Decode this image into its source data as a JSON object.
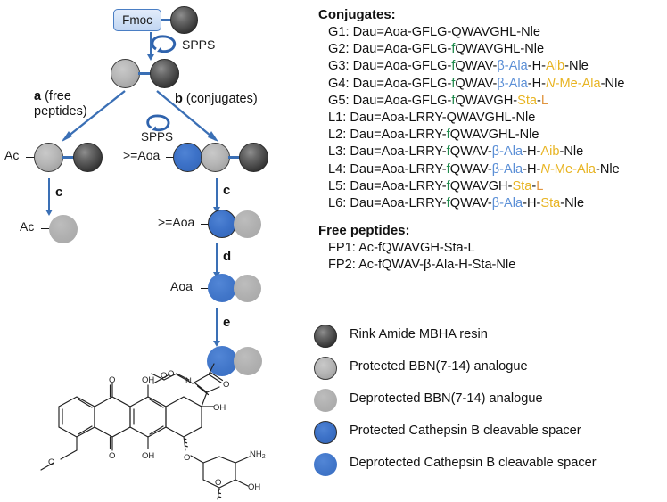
{
  "scheme": {
    "fmoc_label": "Fmoc",
    "spps_label_top": "SPPS",
    "spps_label_mid": "SPPS",
    "branch_a": {
      "bold": "a",
      "rest": " (free",
      "line2": "peptides)"
    },
    "branch_b": {
      "bold": "b",
      "rest": " (conjugates)"
    },
    "ac_label_1": "Ac",
    "ac_label_2": "Ac",
    "aoa_protected_label": ">=Aoa",
    "aoa_protected_label_2": ">=Aoa",
    "aoa_free_label": "Aoa",
    "steps": {
      "c_left": "c",
      "c_right": "c",
      "d": "d",
      "e": "e"
    },
    "bond_dash": "—"
  },
  "conjugates": {
    "heading": "Conjugates:",
    "items": [
      {
        "id": "G1:",
        "parts": [
          {
            "t": " Dau=Aoa-GFLG-QWAVGHL-Nle",
            "c": "black"
          }
        ]
      },
      {
        "id": "G2:",
        "parts": [
          {
            "t": " Dau=Aoa-GFLG-",
            "c": "black"
          },
          {
            "t": "f",
            "c": "green"
          },
          {
            "t": "QWAVGHL-Nle",
            "c": "black"
          }
        ]
      },
      {
        "id": "G3:",
        "parts": [
          {
            "t": " Dau=Aoa-GFLG-",
            "c": "black"
          },
          {
            "t": "f",
            "c": "green"
          },
          {
            "t": "QWAV-",
            "c": "black"
          },
          {
            "t": "β-Ala",
            "c": "blue"
          },
          {
            "t": "-H-",
            "c": "black"
          },
          {
            "t": "Aib",
            "c": "gold"
          },
          {
            "t": "-Nle",
            "c": "black"
          }
        ]
      },
      {
        "id": "G4:",
        "parts": [
          {
            "t": " Dau=Aoa-GFLG-",
            "c": "black"
          },
          {
            "t": "f",
            "c": "green"
          },
          {
            "t": "QWAV-",
            "c": "black"
          },
          {
            "t": "β-Ala",
            "c": "blue"
          },
          {
            "t": "-H-",
            "c": "black"
          },
          {
            "t": "N-Me-Ala",
            "c": "gold",
            "i": true
          },
          {
            "t": "-Nle",
            "c": "black"
          }
        ]
      },
      {
        "id": "G5:",
        "parts": [
          {
            "t": " Dau=Aoa-GFLG-",
            "c": "black"
          },
          {
            "t": "f",
            "c": "green"
          },
          {
            "t": "QWAVGH-",
            "c": "black"
          },
          {
            "t": "Sta",
            "c": "gold"
          },
          {
            "t": "-",
            "c": "black"
          },
          {
            "t": "L",
            "c": "orange"
          }
        ]
      },
      {
        "id": "L1:",
        "parts": [
          {
            "t": " Dau=Aoa-LRRY-QWAVGHL-Nle",
            "c": "black"
          }
        ]
      },
      {
        "id": "L2:",
        "parts": [
          {
            "t": " Dau=Aoa-LRRY-",
            "c": "black"
          },
          {
            "t": "f",
            "c": "green"
          },
          {
            "t": "QWAVGHL-Nle",
            "c": "black"
          }
        ]
      },
      {
        "id": "L3:",
        "parts": [
          {
            "t": " Dau=Aoa-LRRY-",
            "c": "black"
          },
          {
            "t": "f",
            "c": "green"
          },
          {
            "t": "QWAV-",
            "c": "black"
          },
          {
            "t": "β-Ala",
            "c": "blue"
          },
          {
            "t": "-H-",
            "c": "black"
          },
          {
            "t": "Aib",
            "c": "gold"
          },
          {
            "t": "-Nle",
            "c": "black"
          }
        ]
      },
      {
        "id": "L4:",
        "parts": [
          {
            "t": " Dau=Aoa-LRRY-",
            "c": "black"
          },
          {
            "t": "f",
            "c": "green"
          },
          {
            "t": "QWAV-",
            "c": "black"
          },
          {
            "t": "β-Ala",
            "c": "blue"
          },
          {
            "t": "-H-",
            "c": "black"
          },
          {
            "t": "N-Me-Ala",
            "c": "gold",
            "i": true
          },
          {
            "t": "-Nle",
            "c": "black"
          }
        ]
      },
      {
        "id": "L5:",
        "parts": [
          {
            "t": " Dau=Aoa-LRRY-",
            "c": "black"
          },
          {
            "t": "f",
            "c": "green"
          },
          {
            "t": "QWAVGH-",
            "c": "black"
          },
          {
            "t": "Sta",
            "c": "gold"
          },
          {
            "t": "-",
            "c": "black"
          },
          {
            "t": "L",
            "c": "orange"
          }
        ]
      },
      {
        "id": "L6:",
        "parts": [
          {
            "t": " Dau=Aoa-LRRY-",
            "c": "black"
          },
          {
            "t": "f",
            "c": "green"
          },
          {
            "t": "QWAV-",
            "c": "black"
          },
          {
            "t": "β-Ala",
            "c": "blue"
          },
          {
            "t": "-H-",
            "c": "black"
          },
          {
            "t": "Sta",
            "c": "gold"
          },
          {
            "t": "-Nle",
            "c": "black"
          }
        ]
      }
    ]
  },
  "free_peptides": {
    "heading": "Free peptides:",
    "items": [
      {
        "id": "FP1:",
        "parts": [
          {
            "t": " Ac-fQWAVGH-Sta-L",
            "c": "black"
          }
        ]
      },
      {
        "id": "FP2:",
        "parts": [
          {
            "t": " Ac-fQWAV-β-Ala-H-Sta-Nle",
            "c": "black"
          }
        ]
      }
    ]
  },
  "legend": {
    "items": [
      {
        "label": "Rink Amide MBHA resin",
        "swatch": "resin"
      },
      {
        "label": "Protected BBN(7-14) analogue",
        "swatch": "protected-peptide"
      },
      {
        "label": "Deprotected BBN(7-14) analogue",
        "swatch": "deprotected-peptide"
      },
      {
        "label": "Protected Cathepsin B cleavable spacer",
        "swatch": "protected-spacer"
      },
      {
        "label": "Deprotected Cathepsin B cleavable spacer",
        "swatch": "deprotected-spacer"
      }
    ]
  },
  "structure": {
    "name": "daunorubicin-oxime-conjugate",
    "atom_labels": [
      "O",
      "OH",
      "O",
      "O",
      "OH",
      "OH",
      "O",
      "O",
      "N",
      "O",
      "NH2",
      "OH",
      "O"
    ]
  },
  "colors": {
    "accent_blue": "#3a6fb5",
    "sphere_blue": "#4176c9",
    "green": "#1f8a4c",
    "light_blue_text": "#5b8fd6",
    "gold": "#e8b422",
    "orange": "#e0953f",
    "resin_dark": "#3a3a3a",
    "peptide_gray": "#b0b0b0",
    "fmoc_fill": "#cfe0f6"
  }
}
